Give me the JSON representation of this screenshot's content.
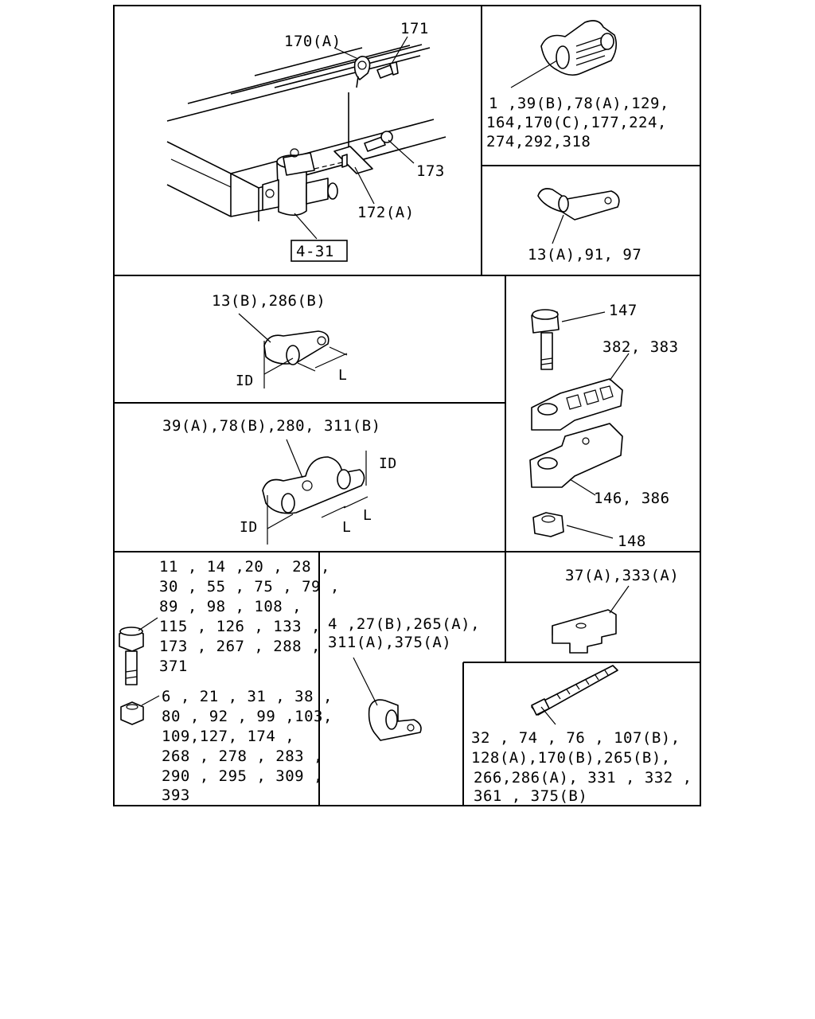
{
  "panels": {
    "top_left": {
      "callouts": {
        "c170a": "170(A)",
        "c171": "171",
        "c173": "173",
        "c172a": "172(A)",
        "ref_box": "4-31"
      }
    },
    "top_right_1": {
      "lines": [
        "1 ,39(B),78(A),129,",
        "164,170(C),177,224,",
        "274,292,318"
      ]
    },
    "top_right_2": {
      "lines": [
        "13(A),91, 97"
      ]
    },
    "mid_left_1": {
      "title": "13(B),286(B)",
      "dim_id": "ID",
      "dim_l": "L"
    },
    "mid_left_2": {
      "title": "39(A),78(B),280, 311(B)",
      "dim_id_top": "ID",
      "dim_id_bottom": "ID",
      "dim_l1": "L",
      "dim_l2": "L"
    },
    "mid_right": {
      "c147": "147",
      "c382": "382, 383",
      "c146": "146, 386",
      "c148": "148"
    },
    "bottom_left": {
      "bolt_lines": [
        "11 , 14 ,20 , 28 ,",
        "30 , 55 , 75 , 79 ,",
        "89 , 98 , 108 ,",
        "115 , 126 , 133 ,",
        "173 , 267 , 288 ,",
        "371"
      ],
      "nut_lines": [
        "6 , 21 , 31 , 38 ,",
        "80 , 92 , 99 ,103,",
        "109,127, 174 ,",
        "268 , 278 , 283 ,",
        "290 , 295 , 309 ,",
        "393"
      ]
    },
    "bottom_mid": {
      "lines": [
        "4 ,27(B),265(A),",
        "311(A),375(A)"
      ]
    },
    "bottom_right_1": {
      "lines": [
        "37(A),333(A)"
      ]
    },
    "bottom_right_2": {
      "lines": [
        "32 , 74 , 76 , 107(B),",
        "128(A),170(B),265(B),",
        "266,286(A), 331 , 332 ,",
        "361 , 375(B)"
      ]
    }
  }
}
